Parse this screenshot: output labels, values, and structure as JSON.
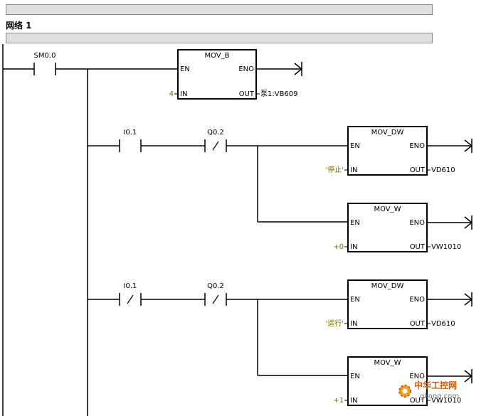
{
  "network": {
    "title": "网络 1"
  },
  "contacts": [
    {
      "addr": "SM0.0",
      "type": "NO"
    },
    {
      "addr": "I0.1",
      "type": "NO"
    },
    {
      "addr": "Q0.2",
      "type": "NC"
    },
    {
      "addr": "I0.1",
      "type": "NC"
    },
    {
      "addr": "Q0.2",
      "type": "NC"
    }
  ],
  "blocks": [
    {
      "name": "MOV_B",
      "en": "EN",
      "eno": "ENO",
      "in_pin": "IN",
      "out_pin": "OUT",
      "in_operand": "4",
      "out_operand": "泵1:VB609"
    },
    {
      "name": "MOV_DW",
      "en": "EN",
      "eno": "ENO",
      "in_pin": "IN",
      "out_pin": "OUT",
      "in_operand": "'停止'",
      "out_operand": "VD610"
    },
    {
      "name": "MOV_W",
      "en": "EN",
      "eno": "ENO",
      "in_pin": "IN",
      "out_pin": "OUT",
      "in_operand": "+0",
      "out_operand": "VW1010"
    },
    {
      "name": "MOV_DW",
      "en": "EN",
      "eno": "ENO",
      "in_pin": "IN",
      "out_pin": "OUT",
      "in_operand": "'运行'",
      "out_operand": "VD610"
    },
    {
      "name": "MOV_W",
      "en": "EN",
      "eno": "ENO",
      "in_pin": "IN",
      "out_pin": "OUT",
      "in_operand": "+1",
      "out_operand": "VW1010"
    }
  ],
  "watermark": {
    "site_cn": "中华工控网",
    "site_url": "gkong.com"
  },
  "colors": {
    "bar_fill": "#e0e0e0",
    "wire": "#000000",
    "operand_in": "#7a6a00",
    "watermark": "#d45a00"
  }
}
